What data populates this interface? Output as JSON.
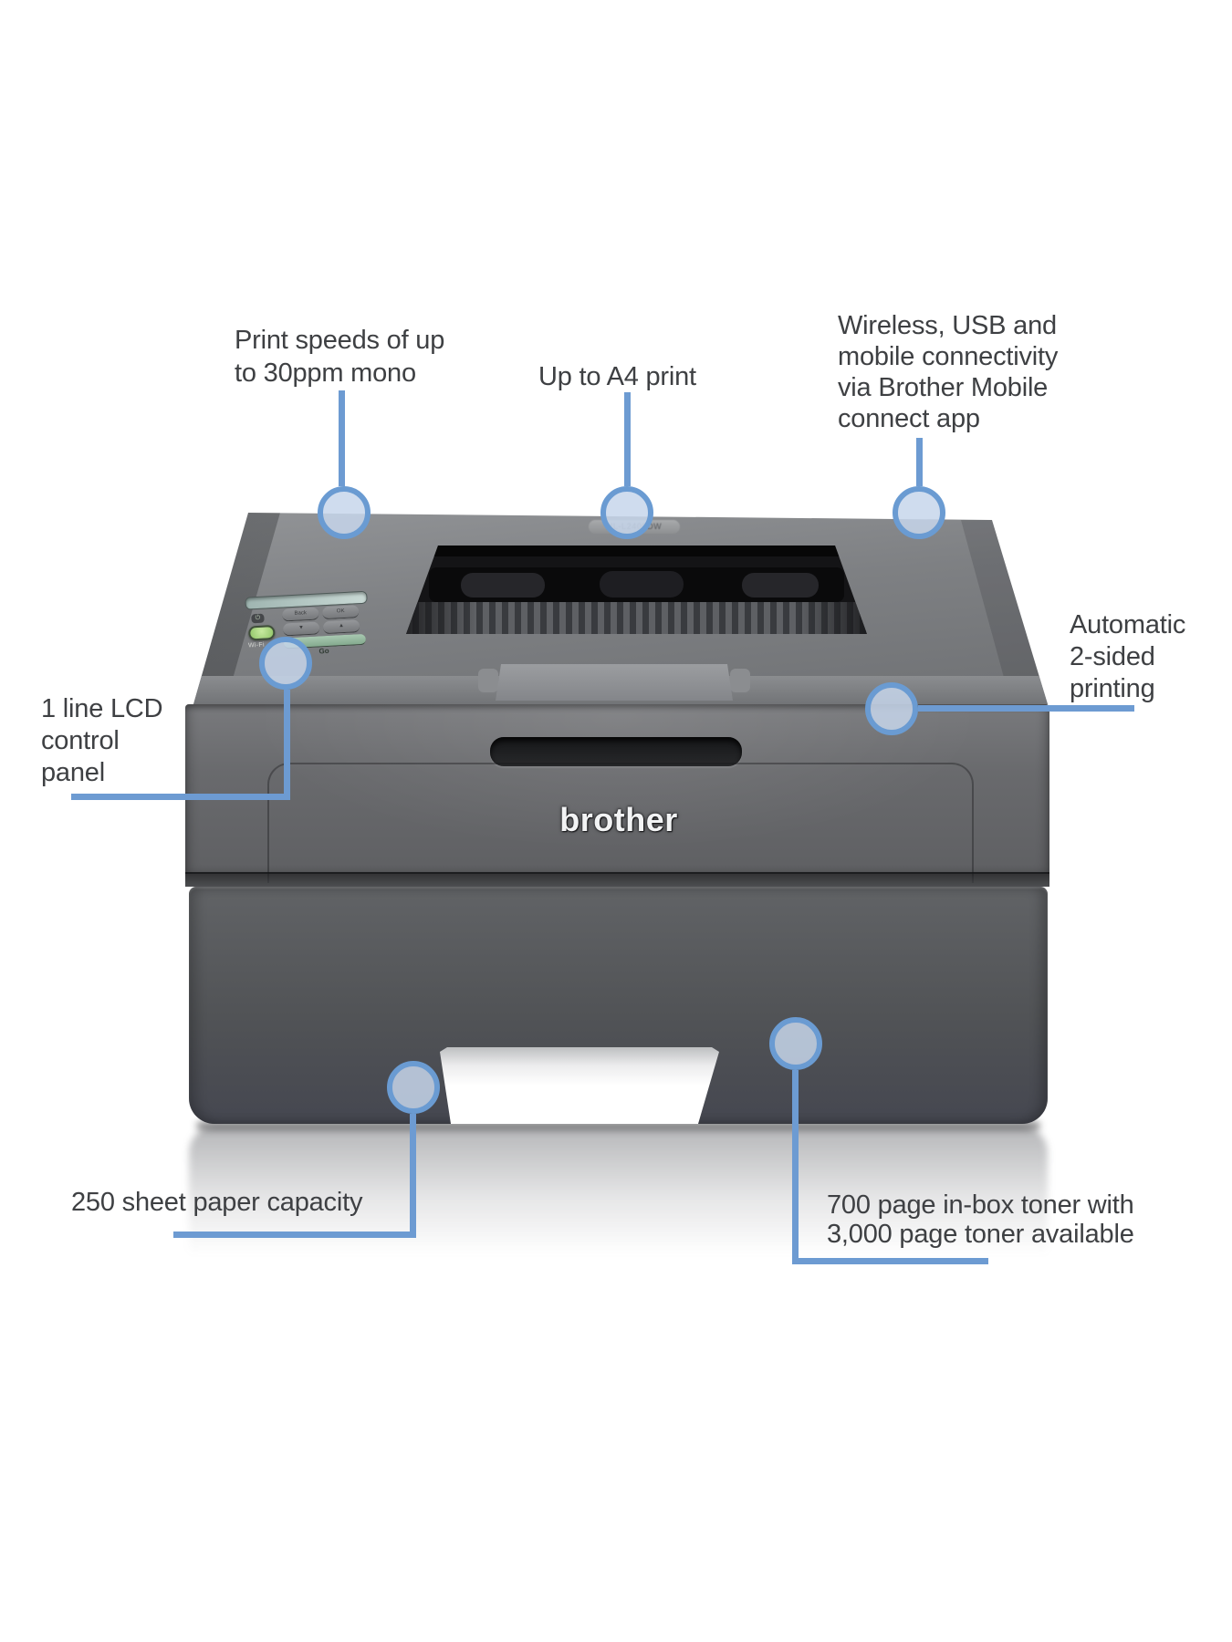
{
  "meta": {
    "background_color": "#ffffff",
    "accent_blue": "#6d9bd2",
    "circle_fill": "rgba(199,214,235,0.85)",
    "text_color": "#3e4043",
    "printer_body_color": "#6a6c6f"
  },
  "printer": {
    "brand_logo": "brother",
    "model_badge": "HL-L2400DW",
    "control_panel": {
      "wifi_label": "Wi-Fi",
      "go_label": "Go",
      "buttons": [
        "Back",
        "OK",
        "▼",
        "▲"
      ]
    }
  },
  "callouts": {
    "print_speed": {
      "lines": [
        "Print speeds of up",
        "to 30ppm mono"
      ]
    },
    "a4_print": {
      "lines": [
        "Up to A4 print"
      ]
    },
    "connectivity": {
      "lines": [
        "Wireless, USB and",
        "mobile connectivity",
        "via Brother Mobile",
        "connect app"
      ]
    },
    "duplex": {
      "lines": [
        "Automatic",
        "2-sided",
        "printing"
      ]
    },
    "lcd_panel": {
      "lines": [
        "1 line LCD",
        "control",
        "panel"
      ]
    },
    "paper_capacity": {
      "lines": [
        "250 sheet paper capacity"
      ]
    },
    "toner": {
      "lines": [
        "700 page in-box toner with",
        "3,000 page toner available"
      ]
    }
  }
}
